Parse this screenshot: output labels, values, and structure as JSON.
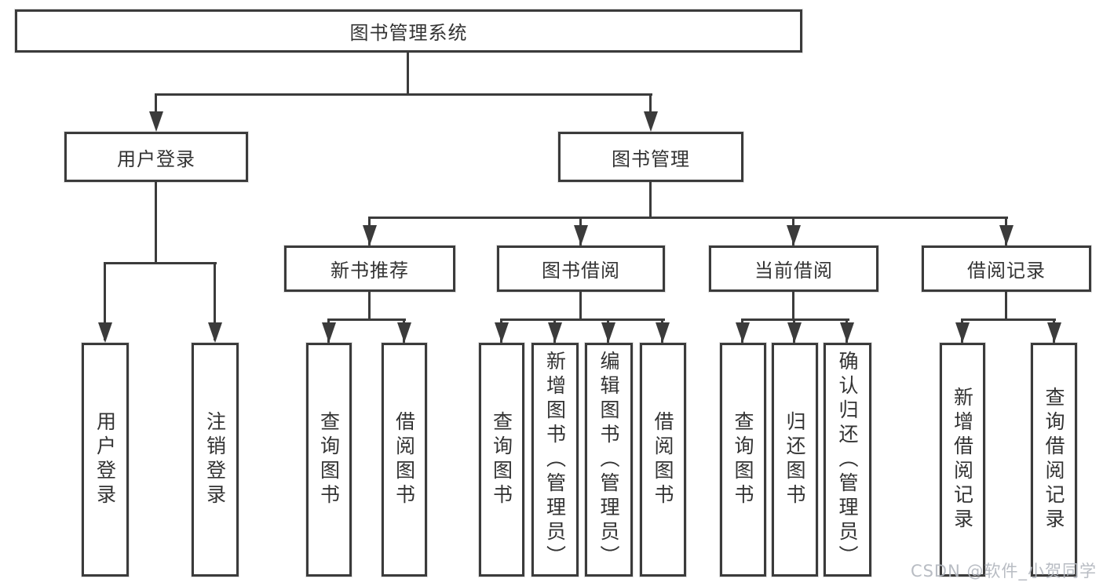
{
  "diagram": {
    "root": {
      "label": "图书管理系统",
      "children": [
        {
          "label": "用户登录",
          "children": [
            {
              "label": "用户登录"
            },
            {
              "label": "注销登录"
            }
          ]
        },
        {
          "label": "图书管理",
          "children": [
            {
              "label": "新书推荐",
              "children": [
                {
                  "label": "查询图书"
                },
                {
                  "label": "借阅图书"
                }
              ]
            },
            {
              "label": "图书借阅",
              "children": [
                {
                  "label": "查询图书"
                },
                {
                  "label": "新增图书（管理员）"
                },
                {
                  "label": "编辑图书（管理员）"
                },
                {
                  "label": "借阅图书"
                }
              ]
            },
            {
              "label": "当前借阅",
              "children": [
                {
                  "label": "查询图书"
                },
                {
                  "label": "归还图书"
                },
                {
                  "label": "确认归还（管理员）"
                }
              ]
            },
            {
              "label": "借阅记录",
              "children": [
                {
                  "label": "新增借阅记录"
                },
                {
                  "label": "查询借阅记录"
                }
              ]
            }
          ]
        }
      ]
    },
    "line_color": "#3b3b3b",
    "watermark": "CSDN @软件_小贺同学"
  }
}
